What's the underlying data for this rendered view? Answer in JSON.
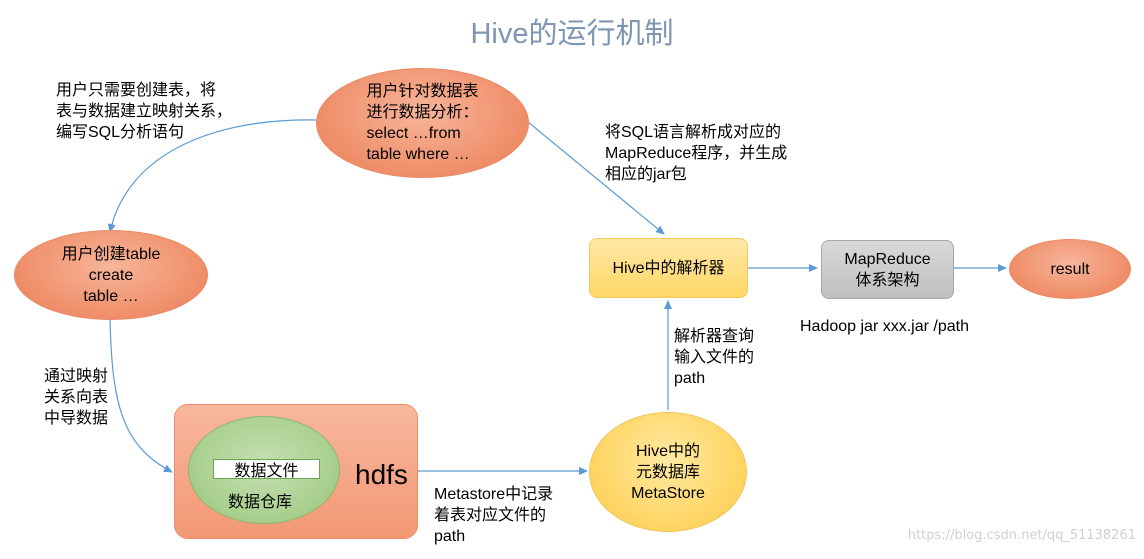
{
  "title": "Hive的运行机制",
  "notes": {
    "user_create_table": [
      "用户只需要创建表，将",
      "表与数据建立映射关系，",
      "编写SQL分析语句"
    ],
    "parse_sql": [
      "将SQL语言解析成对应的",
      "MapReduce程序，并生成",
      "相应的jar包"
    ],
    "map_to_table": [
      "通过映射",
      "关系向表",
      "中导数据"
    ],
    "metastore_record": [
      "Metastore中记录",
      "着表对应文件的",
      "path"
    ],
    "parser_query": [
      "解析器查询",
      "输入文件的",
      "path"
    ],
    "hadoop_cmd": "Hadoop jar xxx.jar /path"
  },
  "nodes": {
    "user_analysis": [
      "用户针对数据表",
      "进行数据分析：",
      "select …from",
      "table where …"
    ],
    "user_create": [
      "用户创建table",
      "create",
      "table …"
    ],
    "hive_parser": "Hive中的解析器",
    "mapreduce": [
      "MapReduce",
      "体系架构"
    ],
    "result": "result",
    "hdfs": "hdfs",
    "data_file": "数据文件",
    "data_warehouse": "数据仓库",
    "metastore": [
      "Hive中的",
      "元数据库",
      "MetaStore"
    ]
  },
  "watermark": "https://blog.csdn.net/qq_51138261",
  "colors": {
    "arrow": "#5b9bd5",
    "title": "#7f95b4",
    "orange": "#f0936f",
    "yellow": "#ffd766",
    "gray": "#bfbfbf",
    "green": "#a9d08e"
  }
}
